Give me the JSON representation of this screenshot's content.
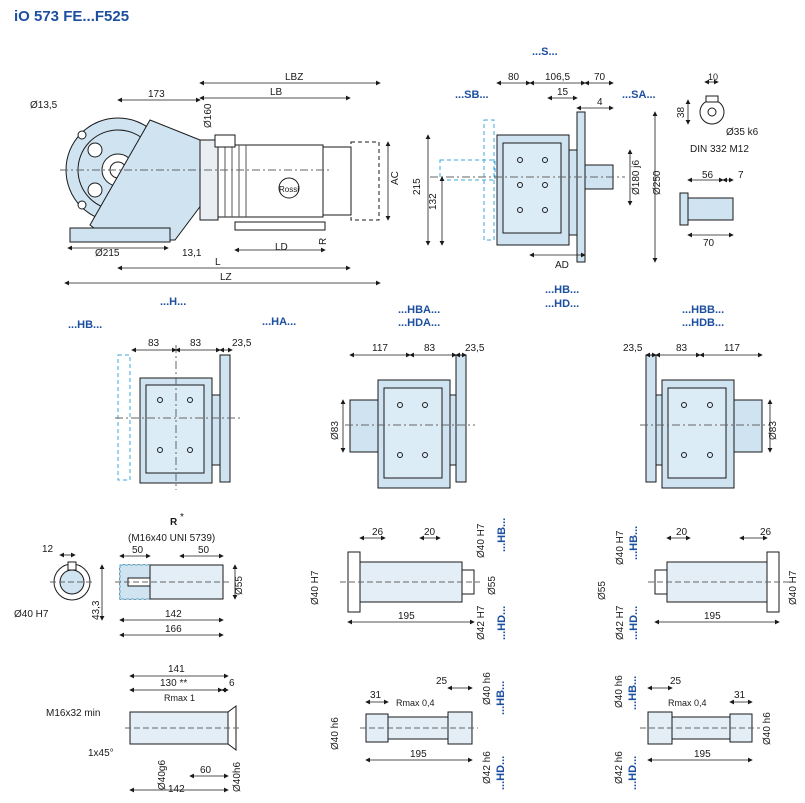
{
  "title": "iO 573 FE...F525",
  "labels": {
    "s": "...S...",
    "sb": "...SB...",
    "sa": "...SA...",
    "h": "...H...",
    "hb_left": "...HB...",
    "ha": "...HA...",
    "hba": "...HBA...",
    "hda": "...HDA...",
    "hb_mid": "...HB...",
    "hd_mid": "...HD...",
    "hbb": "...HBB...",
    "hdb": "...HDB...",
    "r_star": "R",
    "star": "*",
    "m16x40": "(M16x40 UNI 5739)",
    "hb_v1": "...HB...",
    "hd_v1": "...HD...",
    "hb_v2": "...HB...",
    "hd_v2": "...HD...",
    "hb_v3": "...HB...",
    "hd_v3": "...HD...",
    "hb_v4": "...HB...",
    "hd_v4": "...HD...",
    "din": "DIN 332 M12",
    "m16x32": "M16x32 min",
    "chamfer": "1x45°",
    "rmax1": "Rmax 1",
    "rmax04a": "Rmax 0,4",
    "rmax04b": "Rmax 0,4"
  },
  "dims": {
    "d13_5": "Ø13,5",
    "d173": "173",
    "lbz": "LBZ",
    "lb": "LB",
    "d160": "Ø160",
    "ac": "AC",
    "d215": "Ø215",
    "d13_1": "13,1",
    "ld": "LD",
    "r": "R",
    "l": "L",
    "lz": "LZ",
    "s80": "80",
    "s106_5": "106,5",
    "s70": "70",
    "s15": "15",
    "s4": "4",
    "s215": "215",
    "s132": "132",
    "s180": "Ø180 j6",
    "s250": "Ø250",
    "ad": "AD",
    "t10": "10",
    "t38": "38",
    "t35": "Ø35 k6",
    "t56": "56",
    "t7": "7",
    "t70": "70",
    "h83a": "83",
    "h83b": "83",
    "h23_5": "23,5",
    "b117": "117",
    "b83": "83",
    "b23_5": "23,5",
    "b_d83": "Ø83",
    "c23_5": "23,5",
    "c83": "83",
    "c117": "117",
    "c_d83": "Ø83",
    "k12": "12",
    "k40h7": "Ø40 H7",
    "k43_3": "43,3",
    "r50a": "50",
    "r50b": "50",
    "r55": "Ø55",
    "r142": "142",
    "r166": "166",
    "m26": "26",
    "m20": "20",
    "m40h7": "Ø40 H7",
    "m40h7b": "Ø40 H7",
    "m55": "Ø55",
    "m42h7": "Ø42 H7",
    "m195": "195",
    "n20": "20",
    "n26": "26",
    "n40h7": "Ø40 H7",
    "n55": "Ø55",
    "n40h7b": "Ø40 H7",
    "n42h7": "Ø42 H7",
    "n195": "195",
    "p141": "141",
    "p130": "130 **",
    "p6": "6",
    "p40g6": "Ø40g6",
    "p60": "60",
    "p40h6": "Ø40h6",
    "p142": "142",
    "q31": "31",
    "q25": "25",
    "q40h6": "Ø40 h6",
    "q40h6b": "Ø40 h6",
    "q42h6": "Ø42 h6",
    "q195": "195",
    "u25": "25",
    "u31": "31",
    "u40h6": "Ø40 h6",
    "u40h6b": "Ø40 h6",
    "u42h6": "Ø42 h6",
    "u195": "195"
  },
  "colors": {
    "accent": "#1d4fa0",
    "housing": "#cfe3f1",
    "dashed": "#41a9d8"
  }
}
